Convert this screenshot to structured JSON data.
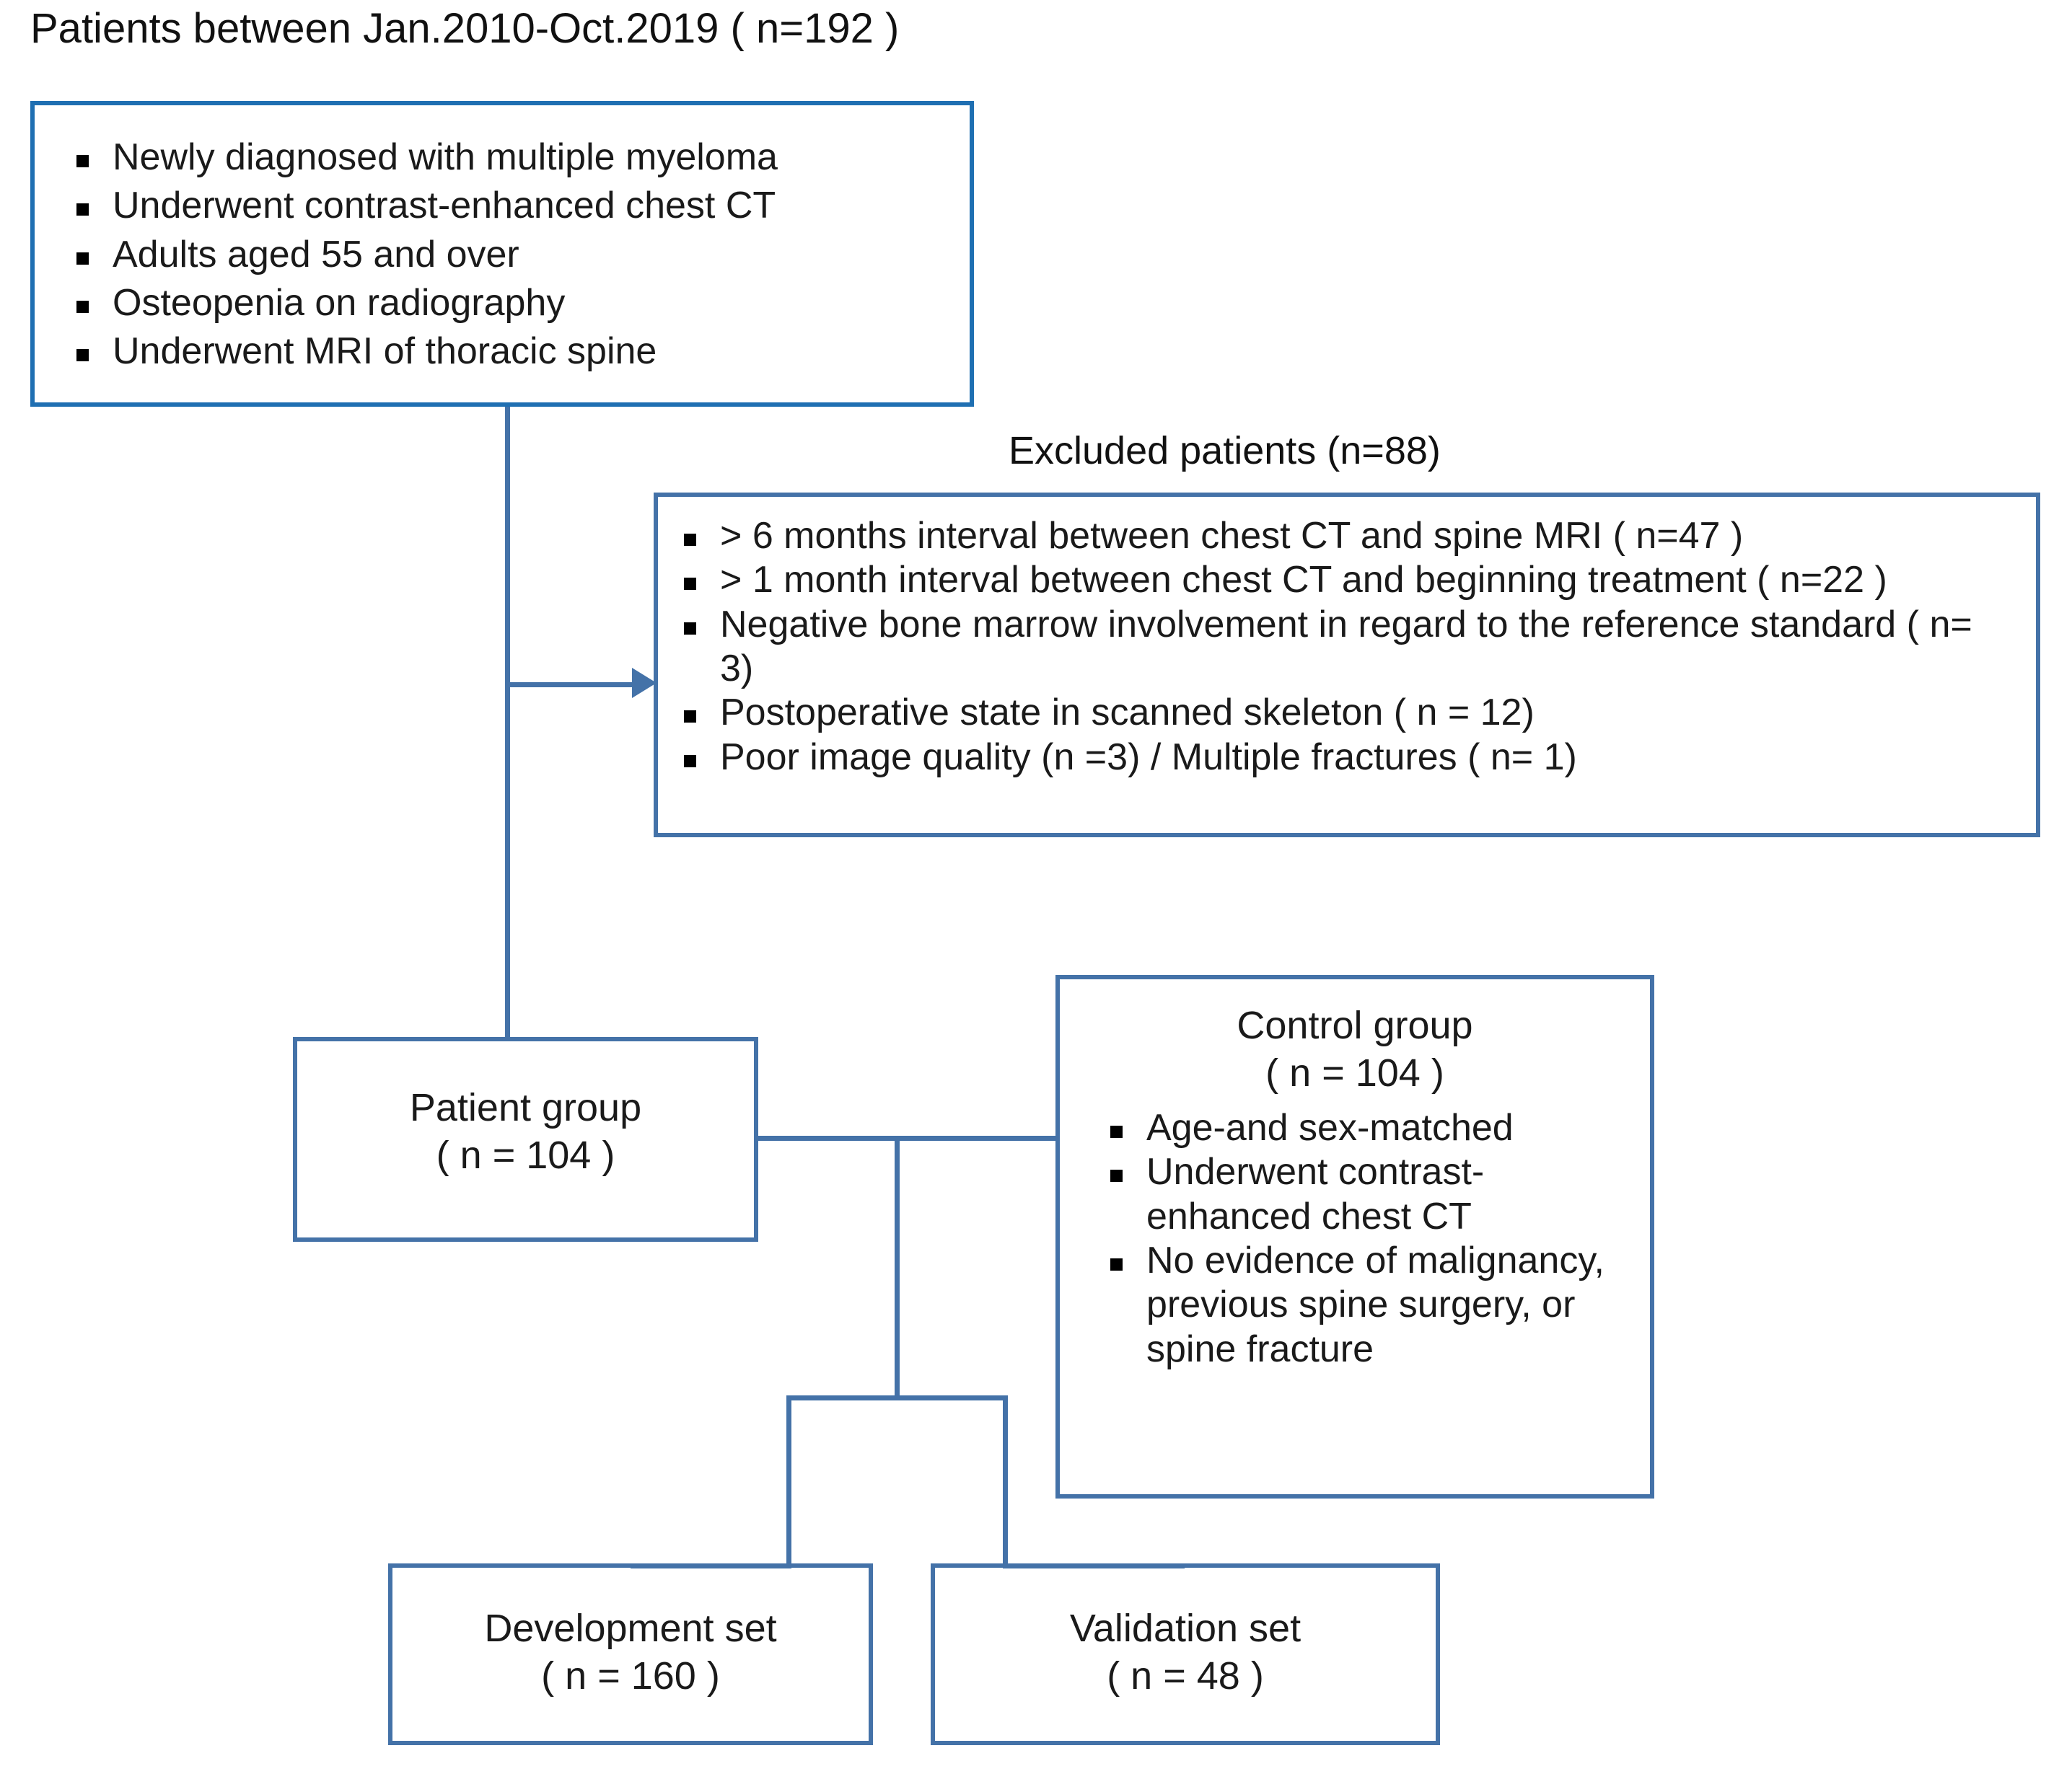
{
  "diagram": {
    "title_caption": "Patients between Jan.2010-Oct.2019 ( n=192 )",
    "excluded_caption": "Excluded patients (n=88)",
    "accent_border_color": "#3f6FA8",
    "connector_color": "#4472A8",
    "eligibility_box": {
      "name": "inclusion-criteria-box",
      "items": [
        "Newly diagnosed with multiple myeloma",
        "Underwent contrast-enhanced chest CT",
        "Adults aged 55 and over",
        "Osteopenia on radiography",
        "Underwent MRI of thoracic spine"
      ]
    },
    "excluded_box": {
      "name": "exclusion-criteria-box",
      "items": [
        "> 6 months interval between chest CT and spine MRI ( n=47 )",
        "> 1 month interval between chest CT and beginning treatment ( n=22 )",
        "Negative bone marrow involvement in regard to the reference standard ( n= 3)",
        "Postoperative state in scanned skeleton ( n = 12)",
        "Poor image quality (n =3) / Multiple fractures ( n= 1)"
      ]
    },
    "patient_group": {
      "name": "patient-group-box",
      "line1": "Patient group",
      "line2": "( n = 104 )"
    },
    "control_group": {
      "name": "control-group-box",
      "line1": "Control group",
      "line2": "( n = 104 )",
      "items": [
        "Age-and sex-matched",
        "Underwent contrast-enhanced chest CT",
        "No evidence of malignancy, previous spine surgery, or spine fracture"
      ]
    },
    "development_set": {
      "name": "development-set-box",
      "line1": "Development set",
      "line2": "( n = 160 )"
    },
    "validation_set": {
      "name": "validation-set-box",
      "line1": "Validation set",
      "line2": "( n = 48 )"
    }
  }
}
